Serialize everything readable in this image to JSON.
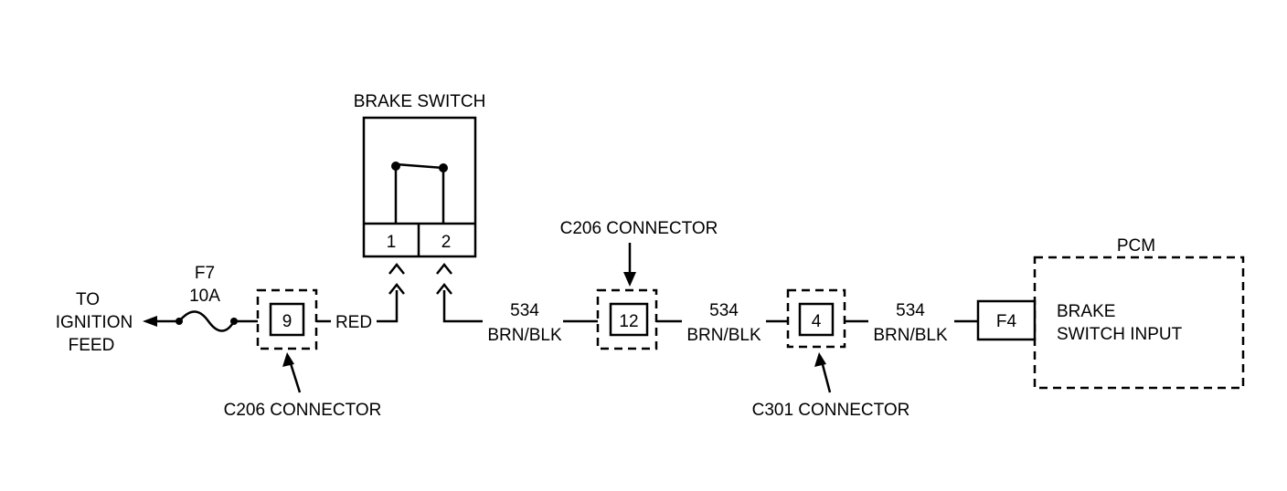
{
  "brake_switch": {
    "title": "BRAKE SWITCH",
    "pin1": "1",
    "pin2": "2"
  },
  "ignition": {
    "line1": "TO",
    "line2": "IGNITION",
    "line3": "FEED"
  },
  "fuse": {
    "name": "F7",
    "rating": "10A"
  },
  "connector_a": {
    "pin": "9",
    "label": "C206 CONNECTOR"
  },
  "wire_red": {
    "color": "RED"
  },
  "wire_1": {
    "circuit": "534",
    "color": "BRN/BLK"
  },
  "connector_b": {
    "pin": "12",
    "label": "C206 CONNECTOR"
  },
  "wire_2": {
    "circuit": "534",
    "color": "BRN/BLK"
  },
  "connector_c": {
    "pin": "4",
    "label": "C301 CONNECTOR"
  },
  "wire_3": {
    "circuit": "534",
    "color": "BRN/BLK"
  },
  "pcm": {
    "title": "PCM",
    "pin": "F4",
    "line1": "BRAKE",
    "line2": "SWITCH INPUT"
  }
}
